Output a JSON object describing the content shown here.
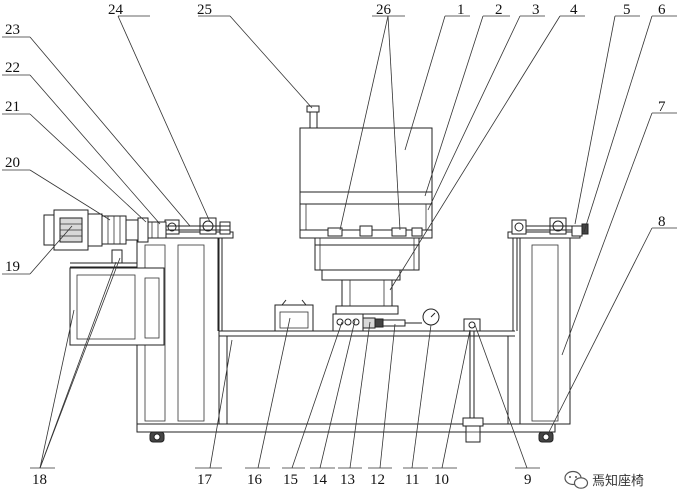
{
  "labels": {
    "l1": "1",
    "l2": "2",
    "l3": "3",
    "l4": "4",
    "l5": "5",
    "l6": "6",
    "l7": "7",
    "l8": "8",
    "l9": "9",
    "l10": "10",
    "l11": "11",
    "l12": "12",
    "l13": "13",
    "l14": "14",
    "l15": "15",
    "l16": "16",
    "l17": "17",
    "l18": "18",
    "l19": "19",
    "l20": "20",
    "l21": "21",
    "l22": "22",
    "l23": "23",
    "l24": "24",
    "l25": "25",
    "l26": "26"
  },
  "watermark": {
    "text": "焉知座椅",
    "icon": "wechat-icon"
  }
}
